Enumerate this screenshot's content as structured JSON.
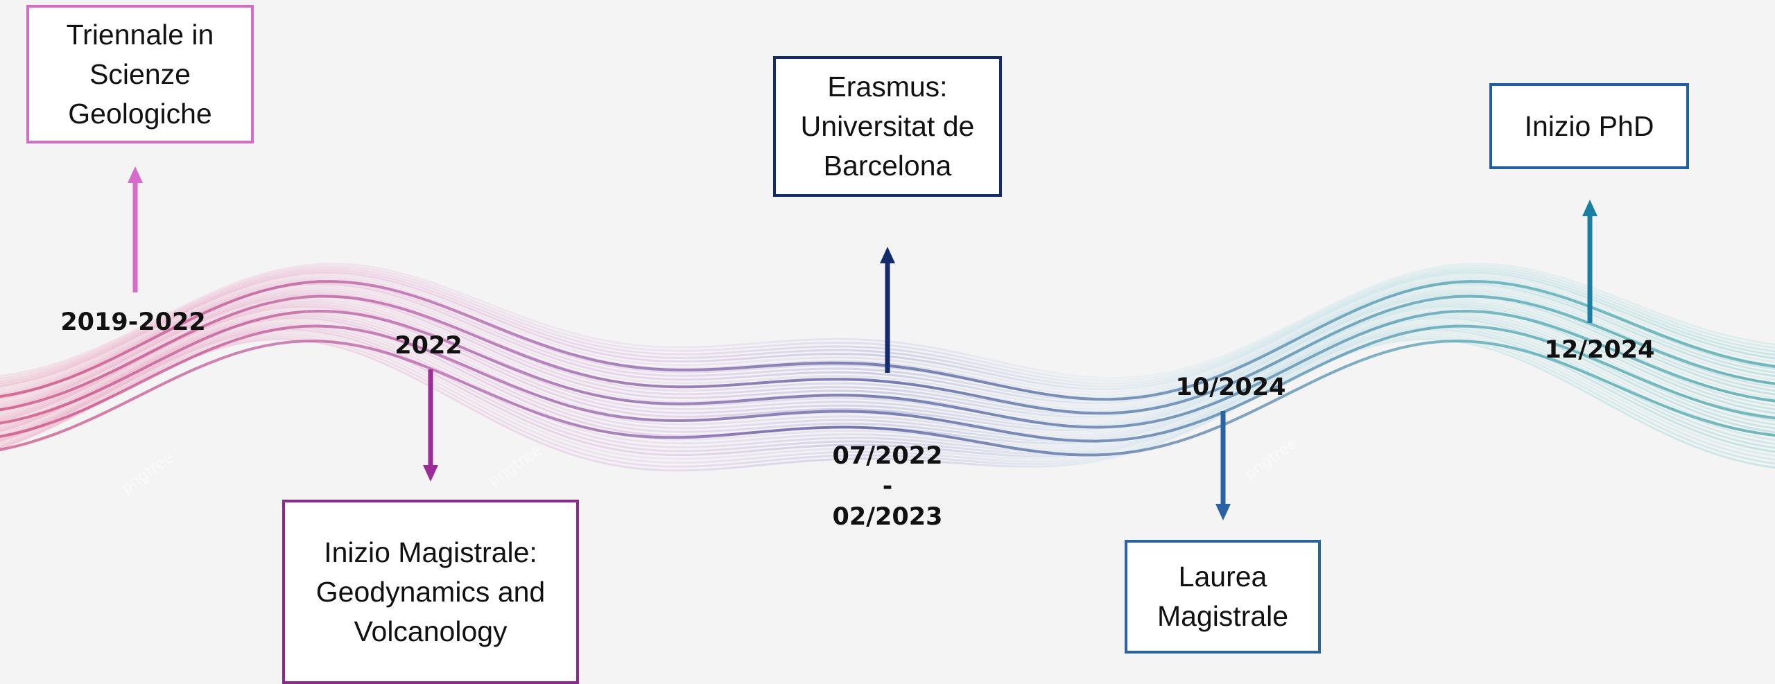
{
  "timeline": {
    "events": [
      {
        "id": "triennale",
        "date": "2019-2022",
        "label": "Triennale in\nScienze\nGeologiche",
        "color": "#d66bc9",
        "direction": "up"
      },
      {
        "id": "magistrale-start",
        "date": "2022",
        "label": "Inizio Magistrale:\nGeodynamics and\nVolcanology",
        "color": "#8b2a8a",
        "direction": "down"
      },
      {
        "id": "erasmus",
        "date": "07/2022\n-\n02/2023",
        "label": "Erasmus:\nUniversitat de\nBarcelona",
        "color": "#132a6b",
        "direction": "up"
      },
      {
        "id": "laurea",
        "date": "10/2024",
        "label": "Laurea\nMagistrale",
        "color": "#2a62a6",
        "direction": "down"
      },
      {
        "id": "phd",
        "date": "12/2024",
        "label": "Inizio PhD",
        "color": "#1a7fa3",
        "direction": "up"
      }
    ],
    "wave_colors": {
      "start": "#d81b60",
      "mid1": "#c040c8",
      "mid2": "#1b2a80",
      "mid3": "#1a7fb0",
      "end": "#12a8a8"
    }
  }
}
